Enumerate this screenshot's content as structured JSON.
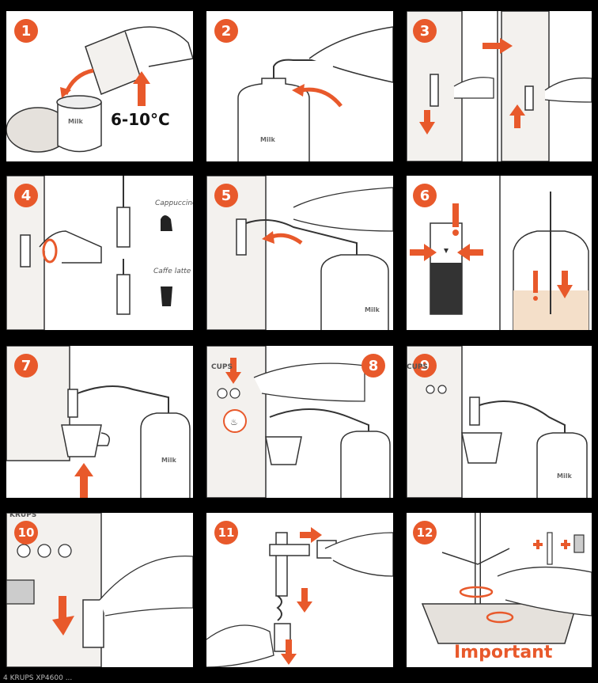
{
  "steps": [
    {
      "number": "1",
      "temperature": "6-10°C",
      "milk_label": "Milk"
    },
    {
      "number": "2",
      "milk_label": "Milk"
    },
    {
      "number": "3"
    },
    {
      "number": "4",
      "option_1": "Cappuccino",
      "option_2": "Caffe latte"
    },
    {
      "number": "5",
      "milk_label": "Milk"
    },
    {
      "number": "6"
    },
    {
      "number": "7",
      "milk_label": "Milk"
    },
    {
      "number": "8",
      "button_label": "CUPS"
    },
    {
      "number": "9",
      "button_label": "CUPS",
      "milk_label": "Milk"
    },
    {
      "number": "10",
      "brand": "KRUPS"
    },
    {
      "number": "11"
    },
    {
      "number": "12",
      "important_label": "Important"
    }
  ],
  "footer_text": "4  KRUPS  XP4600  ...",
  "colors": {
    "accent": "#e8592b",
    "line": "#333333",
    "shade": "#e5e1dc"
  }
}
